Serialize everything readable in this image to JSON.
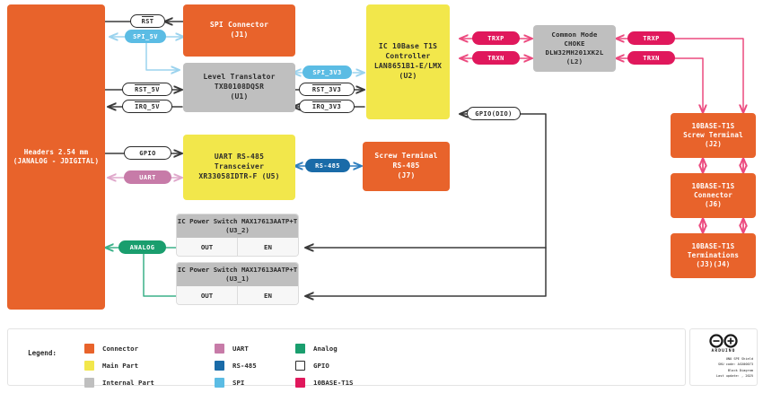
{
  "diagram": {
    "title": "UNO SPE Shield Block Diagram",
    "blocks": [
      {
        "id": "headers",
        "name": "headers-block",
        "kind": "connector",
        "lines": [
          "Headers 2.54 mm",
          "(JANALOG - JDIGITAL)"
        ]
      },
      {
        "id": "spi_conn",
        "name": "spi-connector-block",
        "kind": "connector",
        "lines": [
          "SPI Connector",
          "(J1)"
        ]
      },
      {
        "id": "lvl_trans",
        "name": "level-translator-block",
        "kind": "internal",
        "lines": [
          "Level Translator",
          "TXB0108DQSR",
          "(U1)"
        ]
      },
      {
        "id": "u2",
        "name": "t1s-controller-block",
        "kind": "main",
        "lines": [
          "IC 10Base T1S",
          "Controller",
          "LAN8651B1-E/LMX",
          "(U2)"
        ]
      },
      {
        "id": "choke",
        "name": "common-mode-choke-block",
        "kind": "internal",
        "lines": [
          "Common Mode",
          "CHOKE",
          "DLW32MH201XK2L",
          "(L2)"
        ]
      },
      {
        "id": "uart_xcvr",
        "name": "uart-rs485-transceiver-block",
        "kind": "main",
        "lines": [
          "UART RS-485",
          "Transceiver",
          "XR33058IDTR-F (U5)"
        ]
      },
      {
        "id": "screw_485",
        "name": "screw-terminal-rs485-block",
        "kind": "connector",
        "lines": [
          "Screw Terminal",
          "RS-485",
          "(J7)"
        ]
      },
      {
        "id": "t1s_screw",
        "name": "t1s-screw-terminal-block",
        "kind": "connector",
        "lines": [
          "10BASE-T1S",
          "Screw Terminal",
          "(J2)"
        ]
      },
      {
        "id": "t1s_conn",
        "name": "t1s-connector-block",
        "kind": "connector",
        "lines": [
          "10BASE-T1S",
          "Connector",
          "(J6)"
        ]
      },
      {
        "id": "t1s_term",
        "name": "t1s-terminations-block",
        "kind": "connector",
        "lines": [
          "10BASE-T1S",
          "Terminations",
          "(J3)(J4)"
        ]
      }
    ],
    "power_switches": [
      {
        "id": "u3_2",
        "name": "power-switch-u3-2",
        "head": [
          "IC Power Switch",
          "MAX17613AATP+T (U3_2)"
        ],
        "pins": [
          "OUT",
          "EN"
        ]
      },
      {
        "id": "u3_1",
        "name": "power-switch-u3-1",
        "head": [
          "IC Power Switch",
          "MAX17613AATP+T (U3_1)"
        ],
        "pins": [
          "OUT",
          "EN"
        ]
      }
    ],
    "signals": [
      {
        "id": "rst",
        "name": "signal-rst",
        "label": "RST",
        "style": "white",
        "overline": true
      },
      {
        "id": "spi5v",
        "name": "signal-spi-5v",
        "label": "SPI_5V",
        "style": "spi"
      },
      {
        "id": "rst5v",
        "name": "signal-rst-5v",
        "label": "RST_5V",
        "style": "white",
        "overline": true
      },
      {
        "id": "irq5v",
        "name": "signal-irq-5v",
        "label": "IRQ_5V",
        "style": "white",
        "overline": true
      },
      {
        "id": "spi3v3",
        "name": "signal-spi-3v3",
        "label": "SPI_3V3",
        "style": "spi"
      },
      {
        "id": "rst3v3",
        "name": "signal-rst-3v3",
        "label": "RST_3V3",
        "style": "white",
        "overline": true
      },
      {
        "id": "irq3v3",
        "name": "signal-irq-3v3",
        "label": "IRQ_3V3",
        "style": "white",
        "overline": true
      },
      {
        "id": "gpio",
        "name": "signal-gpio",
        "label": "GPIO",
        "style": "white"
      },
      {
        "id": "uart",
        "name": "signal-uart",
        "label": "UART",
        "style": "uart"
      },
      {
        "id": "rs485",
        "name": "signal-rs485",
        "label": "RS-485",
        "style": "rs485"
      },
      {
        "id": "gpiodio",
        "name": "signal-gpio-dio",
        "label": "GPIO(DIO)",
        "style": "white"
      },
      {
        "id": "analog",
        "name": "signal-analog",
        "label": "ANALOG",
        "style": "analog"
      },
      {
        "id": "trxp_l",
        "name": "signal-trxp-left",
        "label": "TRXP",
        "style": "t1s"
      },
      {
        "id": "trxn_l",
        "name": "signal-trxn-left",
        "label": "TRXN",
        "style": "t1s"
      },
      {
        "id": "trxp_r",
        "name": "signal-trxp-right",
        "label": "TRXP",
        "style": "t1s"
      },
      {
        "id": "trxn_r",
        "name": "signal-trxn-right",
        "label": "TRXN",
        "style": "t1s"
      }
    ]
  },
  "legend": {
    "title": "Legend:",
    "columns": [
      [
        {
          "label": "Connector",
          "color": "#E8632B",
          "outline": false
        },
        {
          "label": "Main Part",
          "color": "#F2E74B",
          "outline": false
        },
        {
          "label": "Internal Part",
          "color": "#BFBFBF",
          "outline": false
        }
      ],
      [
        {
          "label": "UART",
          "color": "#C77BA8",
          "outline": false
        },
        {
          "label": "RS-485",
          "color": "#1A6BA8",
          "outline": false
        },
        {
          "label": "SPI",
          "color": "#5BBCE4",
          "outline": false
        }
      ],
      [
        {
          "label": "Analog",
          "color": "#1A9E6E",
          "outline": false
        },
        {
          "label": "GPIO",
          "color": "#FFFFFF",
          "outline": true
        },
        {
          "label": "10BASE-T1S",
          "color": "#E0185C",
          "outline": false
        }
      ]
    ]
  },
  "title_block": {
    "logo_word": "ARDUINO",
    "lines": [
      "UNO SPE Shield",
      "SKU code: ASX00073",
      "Block Diagram",
      "Last update: , 2025"
    ]
  },
  "colors": {
    "connector": "#E8632B",
    "main_part": "#F2E74B",
    "internal_part": "#BFBFBF",
    "uart": "#C77BA8",
    "rs485": "#1A6BA8",
    "spi": "#5BBCE4",
    "analog": "#1A9E6E",
    "gpio": "#FFFFFF",
    "t1s": "#E0185C",
    "wire_default": "#3A3A3A"
  }
}
